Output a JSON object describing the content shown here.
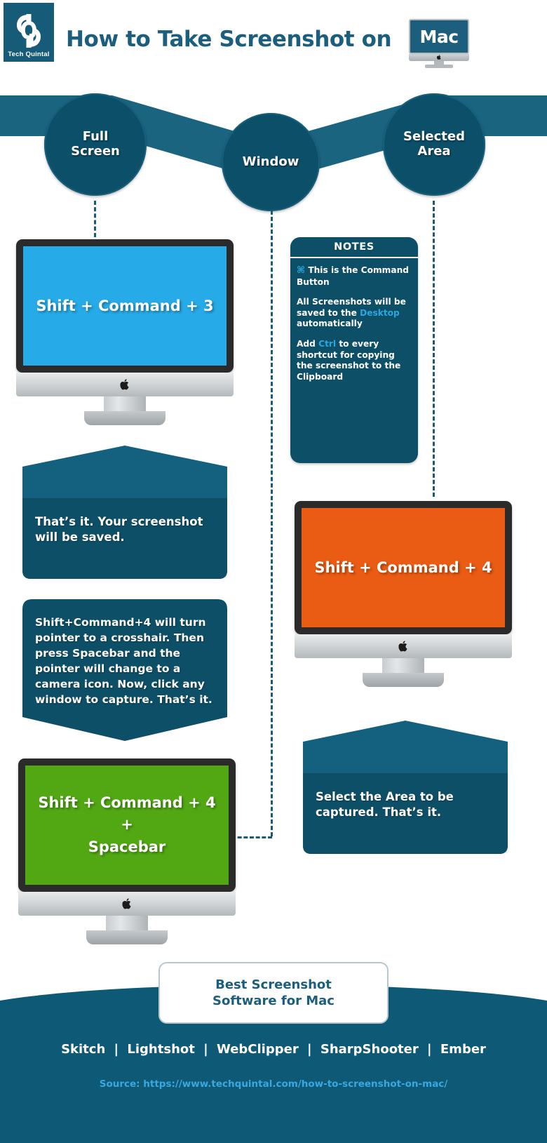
{
  "header": {
    "logo_name": "Tech Quintal",
    "logo_icon": "quintal-q-logo-icon",
    "title": "How to Take Screenshot on",
    "mac_badge": "Mac"
  },
  "flow": {
    "nodes": [
      {
        "id": "full-screen",
        "label": "Full\nScreen"
      },
      {
        "id": "window",
        "label": "Window"
      },
      {
        "id": "selected-area",
        "label": "Selected\nArea"
      }
    ]
  },
  "screens": {
    "full": {
      "text": "Shift + Command + 3",
      "color": "#26AAE8"
    },
    "area": {
      "text": "Shift + Command + 4",
      "color": "#EA5B13"
    },
    "window": {
      "line1": "Shift + Command + 4",
      "line2": "+",
      "line3": "Spacebar",
      "color": "#52A813"
    }
  },
  "notes": {
    "title": "NOTES",
    "items": [
      {
        "symbol": "⌘",
        "pre": "",
        "text": "This is the Command Button"
      },
      {
        "text_a": "All Screenshots will be saved to the ",
        "highlight": "Desktop",
        "text_b": " automatically"
      },
      {
        "text_a": "Add ",
        "highlight": "Ctrl",
        "text_b": " to every shortcut for copying the screenshot to the Clipboard"
      }
    ]
  },
  "banners": {
    "full_result": "That’s it. Your screenshot will be saved.",
    "window_info": "Shift+Command+4 will turn pointer to a crosshair. Then press Spacebar and the pointer will change to a camera icon. Now, click any window to capture. That’s it.",
    "area_result": "Select the Area to be captured. That’s it."
  },
  "footer": {
    "card_line1": "Best Screenshot",
    "card_line2": "Software for Mac",
    "tools": [
      "Skitch",
      "Lightshot",
      "WebClipper",
      "SharpShooter",
      "Ember"
    ],
    "separator": "|",
    "source": "Source: https://www.techquintal.com/how-to-screenshot-on-mac/"
  },
  "colors": {
    "brand_dark": "#0e4f68",
    "brand_mid": "#1b6480",
    "brand_title": "#1b5e7e",
    "accent_blue": "#2ba7e0",
    "screen_cyan": "#26AAE8",
    "screen_orange": "#EA5B13",
    "screen_green": "#52A813",
    "banner_light": "#14617f",
    "banner_dark": "#0e4f68"
  }
}
